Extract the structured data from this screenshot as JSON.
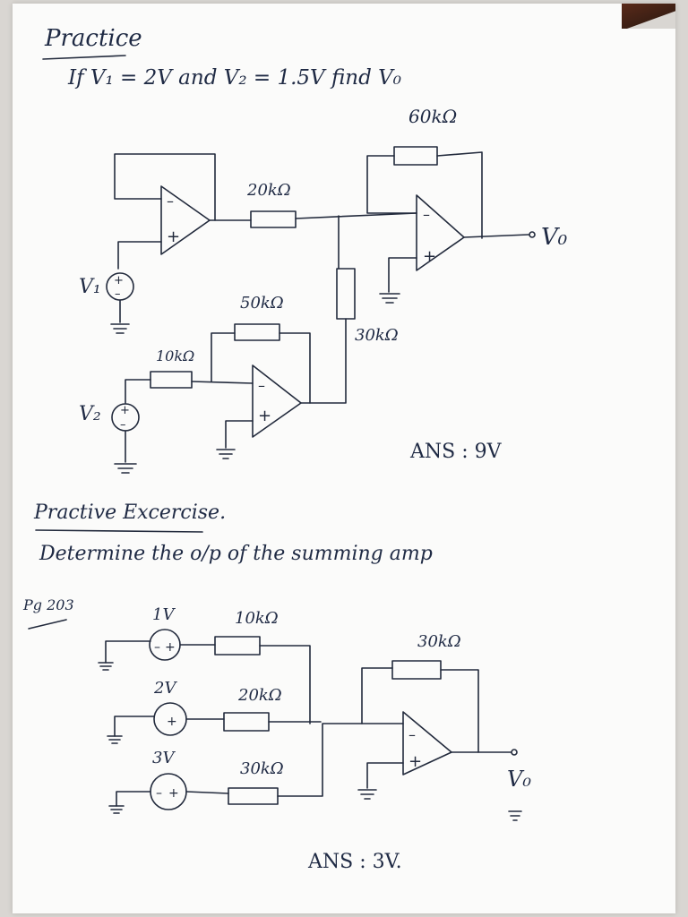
{
  "section1": {
    "heading": "Practice",
    "problem": "If  V₁ = 2V  and  V₂ = 1.5V   find V₀",
    "labels": {
      "r_feedback_top": "60kΩ",
      "r_input_top": "20kΩ",
      "r_feedback_bottom": "50kΩ",
      "r_input_bottom": "10kΩ",
      "r_shunt": "30kΩ",
      "v1": "V₁",
      "v2": "V₂",
      "vo": "V₀"
    },
    "answer": "ANS : 9V"
  },
  "section2": {
    "heading": "Practive Excercise.",
    "problem": "Determine the o/p of the summing amp",
    "page_ref": "Pg 203",
    "sources": [
      {
        "voltage": "1V",
        "resistor": "10kΩ"
      },
      {
        "voltage": "2V",
        "resistor": "20kΩ"
      },
      {
        "voltage": "3V",
        "resistor": "30kΩ"
      }
    ],
    "r_feedback": "30kΩ",
    "vo": "V₀",
    "answer": "ANS : 3V."
  },
  "ink_color": "#222a3c"
}
